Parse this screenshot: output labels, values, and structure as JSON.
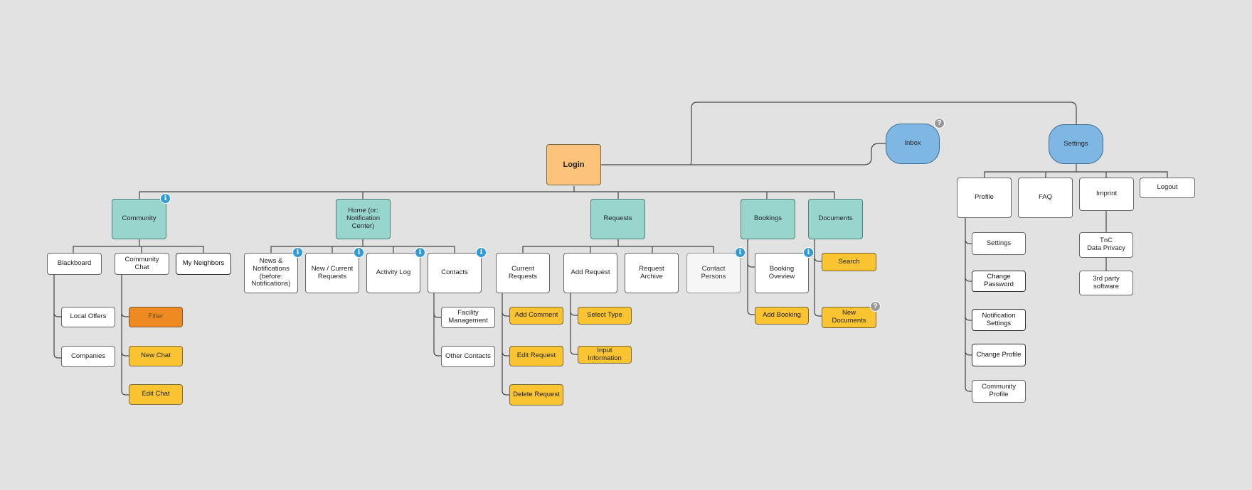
{
  "colors": {
    "background": "#e2e2e2",
    "teal": "#98d5cd",
    "yellow": "#f9c332",
    "orange": "#ef8a22",
    "login": "#fcc47a",
    "blue": "#7eb7e4",
    "info_badge": "#2f9ad8",
    "help_badge": "#9a9a9a"
  },
  "badges": {
    "info": "i",
    "help": "?"
  },
  "nodes": {
    "login": "Login",
    "inbox": "Inbox",
    "settings_root": "Settings",
    "community": "Community",
    "home": "Home (or: Notification Center)",
    "requests": "Requests",
    "bookings": "Bookings",
    "documents": "Documents",
    "blackboard": "Blackboard",
    "community_chat": "Community Chat",
    "my_neighbors": "My Neighbors",
    "local_offers": "Local Offers",
    "companies": "Companies",
    "filter": "Filter",
    "new_chat": "New Chat",
    "edit_chat": "Edit Chat",
    "news": "News & Notifications (before: Notifications)",
    "new_current": "New / Current Requests",
    "activity_log": "Activity Log",
    "contacts": "Contacts",
    "facility": "Facility Management",
    "other_contacts": "Other Contacts",
    "current_requests": "Current Requests",
    "add_request": "Add Request",
    "request_archive": "Request Archive",
    "contact_persons": "Contact Persons",
    "add_comment": "Add Comment",
    "edit_request": "Edit Request",
    "delete_request": "Delete Request",
    "select_type": "Select Type",
    "input_information": "Input Information",
    "booking_overview": "Booking Oveview",
    "add_booking": "Add Booking",
    "search": "Search",
    "new_documents": "New Documents",
    "profile": "Profile",
    "faq": "FAQ",
    "imprint": "Imprint",
    "logout": "Logout",
    "profile_settings": "Settings",
    "change_password": "Change Password",
    "notification_settings": "Notification Settings",
    "change_profile": "Change Profile",
    "community_profile": "Community Profile",
    "tnc": "TnC\nData Privacy",
    "third_party": "3rd party software"
  }
}
